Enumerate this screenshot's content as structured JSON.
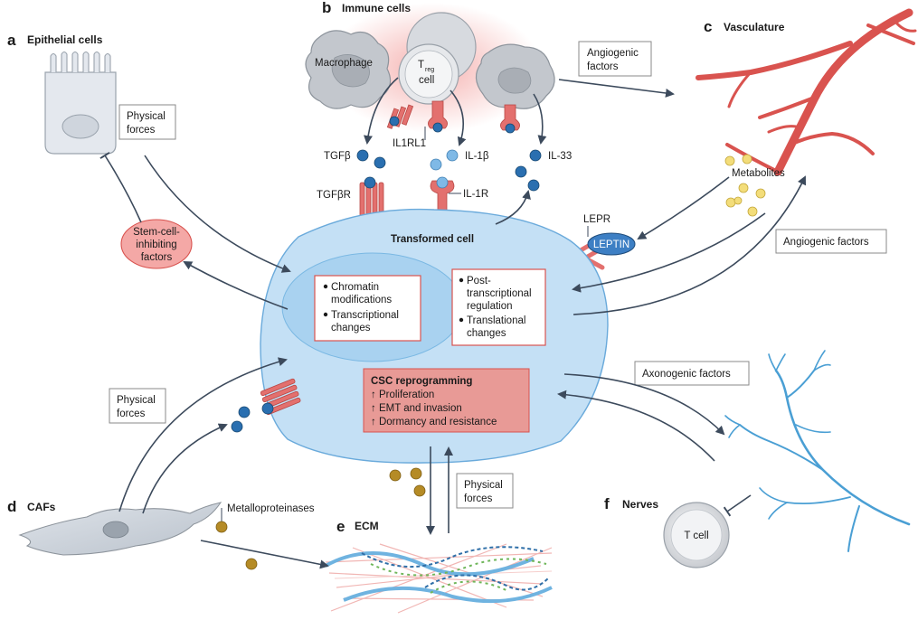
{
  "panels": {
    "a": {
      "letter": "a",
      "title": "Epithelial cells"
    },
    "b": {
      "letter": "b",
      "title": "Immune cells"
    },
    "c": {
      "letter": "c",
      "title": "Vasculature"
    },
    "d": {
      "letter": "d",
      "title": "CAFs"
    },
    "e": {
      "letter": "e",
      "title": "ECM"
    },
    "f": {
      "letter": "f",
      "title": "Nerves"
    }
  },
  "immune": {
    "macrophage": "Macrophage",
    "treg_main": "T",
    "treg_sub": "reg",
    "treg_cell": "cell",
    "il1rl1": "IL1RL1",
    "tgfb": "TGFβ",
    "il1b": "IL-1β",
    "il33": "IL-33",
    "tgfbr": "TGFβR",
    "il1r": "IL-1R"
  },
  "transformed": {
    "title": "Transformed cell",
    "chromatin": [
      "Chromatin",
      "modifications"
    ],
    "transcriptional": [
      "Transcriptional",
      "changes"
    ],
    "post": [
      "Post-",
      "transcriptional",
      "regulation"
    ],
    "translational": [
      "Translational",
      "changes"
    ],
    "csc": {
      "title": "CSC reprogramming",
      "items": [
        "↑ Proliferation",
        "↑ EMT and invasion",
        "↑ Dormancy and resistance"
      ]
    }
  },
  "labels": {
    "physical_forces_a": [
      "Physical",
      "forces"
    ],
    "stem_cell": [
      "Stem-cell-",
      "inhibiting",
      "factors"
    ],
    "angiogenic_top": [
      "Angiogenic",
      "factors"
    ],
    "metabolites": "Metabolites",
    "lepr": "LEPR",
    "leptin": "LEPTIN",
    "angiogenic_right": "Angiogenic factors",
    "axonogenic": "Axonogenic factors",
    "physical_forces_d": [
      "Physical",
      "forces"
    ],
    "metalloproteinases": "Metalloproteinases",
    "physical_forces_e": [
      "Physical",
      "forces"
    ],
    "tcell": "T cell"
  },
  "colors": {
    "transformed_fill": "#c4e0f5",
    "nucleus_fill": "#a9d2f0",
    "csc_fill": "#e89a96",
    "receptor": "#e3706e",
    "vessel": "#d9534f",
    "nerve": "#4a9fd4",
    "arrow": "#3c4a5c"
  }
}
